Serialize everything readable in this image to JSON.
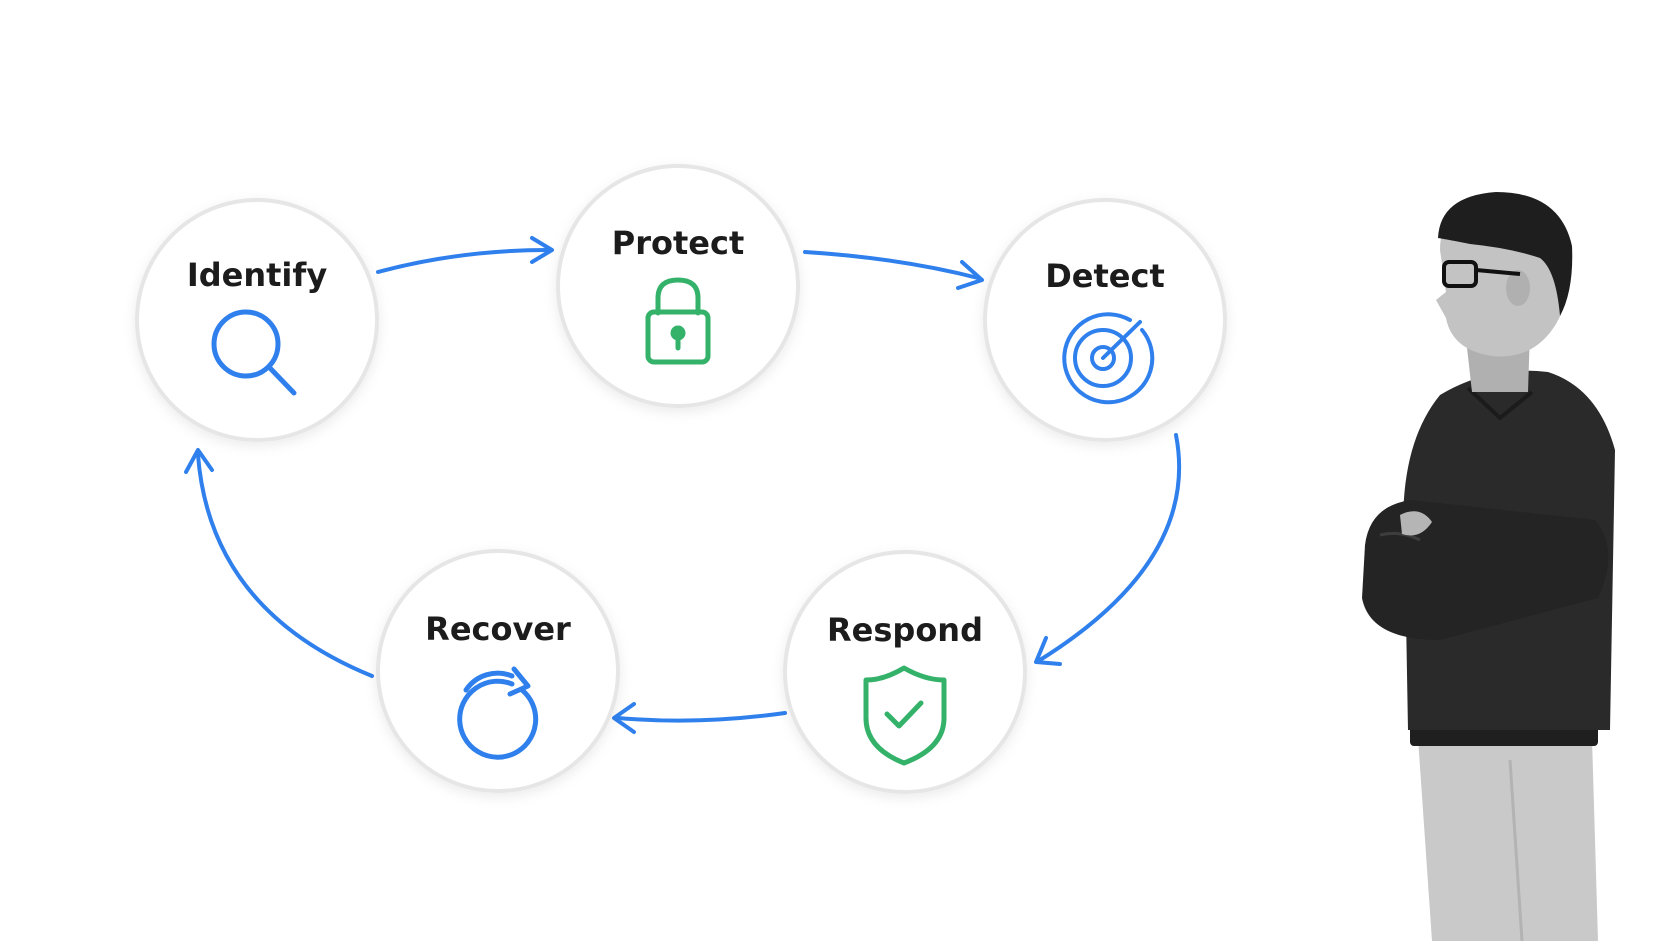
{
  "diagram": {
    "nodes": [
      {
        "id": "identify",
        "label": "Identify",
        "icon": "magnifier-icon",
        "icon_color": "#2f80ed"
      },
      {
        "id": "protect",
        "label": "Protect",
        "icon": "padlock-icon",
        "icon_color": "#34b26a"
      },
      {
        "id": "detect",
        "label": "Detect",
        "icon": "target-icon",
        "icon_color": "#2f80ed"
      },
      {
        "id": "respond",
        "label": "Respond",
        "icon": "shield-check-icon",
        "icon_color": "#34b26a"
      },
      {
        "id": "recover",
        "label": "Recover",
        "icon": "refresh-icon",
        "icon_color": "#2f80ed"
      }
    ],
    "edges": [
      {
        "from": "identify",
        "to": "protect"
      },
      {
        "from": "protect",
        "to": "detect"
      },
      {
        "from": "detect",
        "to": "respond"
      },
      {
        "from": "respond",
        "to": "recover"
      },
      {
        "from": "recover",
        "to": "identify"
      }
    ],
    "arrow_color": "#2f80ed",
    "circle_stroke": "#e6e6e6"
  },
  "person": {
    "icon": "person-figure-icon",
    "shirt_color": "#2a2a2a",
    "pants_color": "#c9c9c9"
  }
}
